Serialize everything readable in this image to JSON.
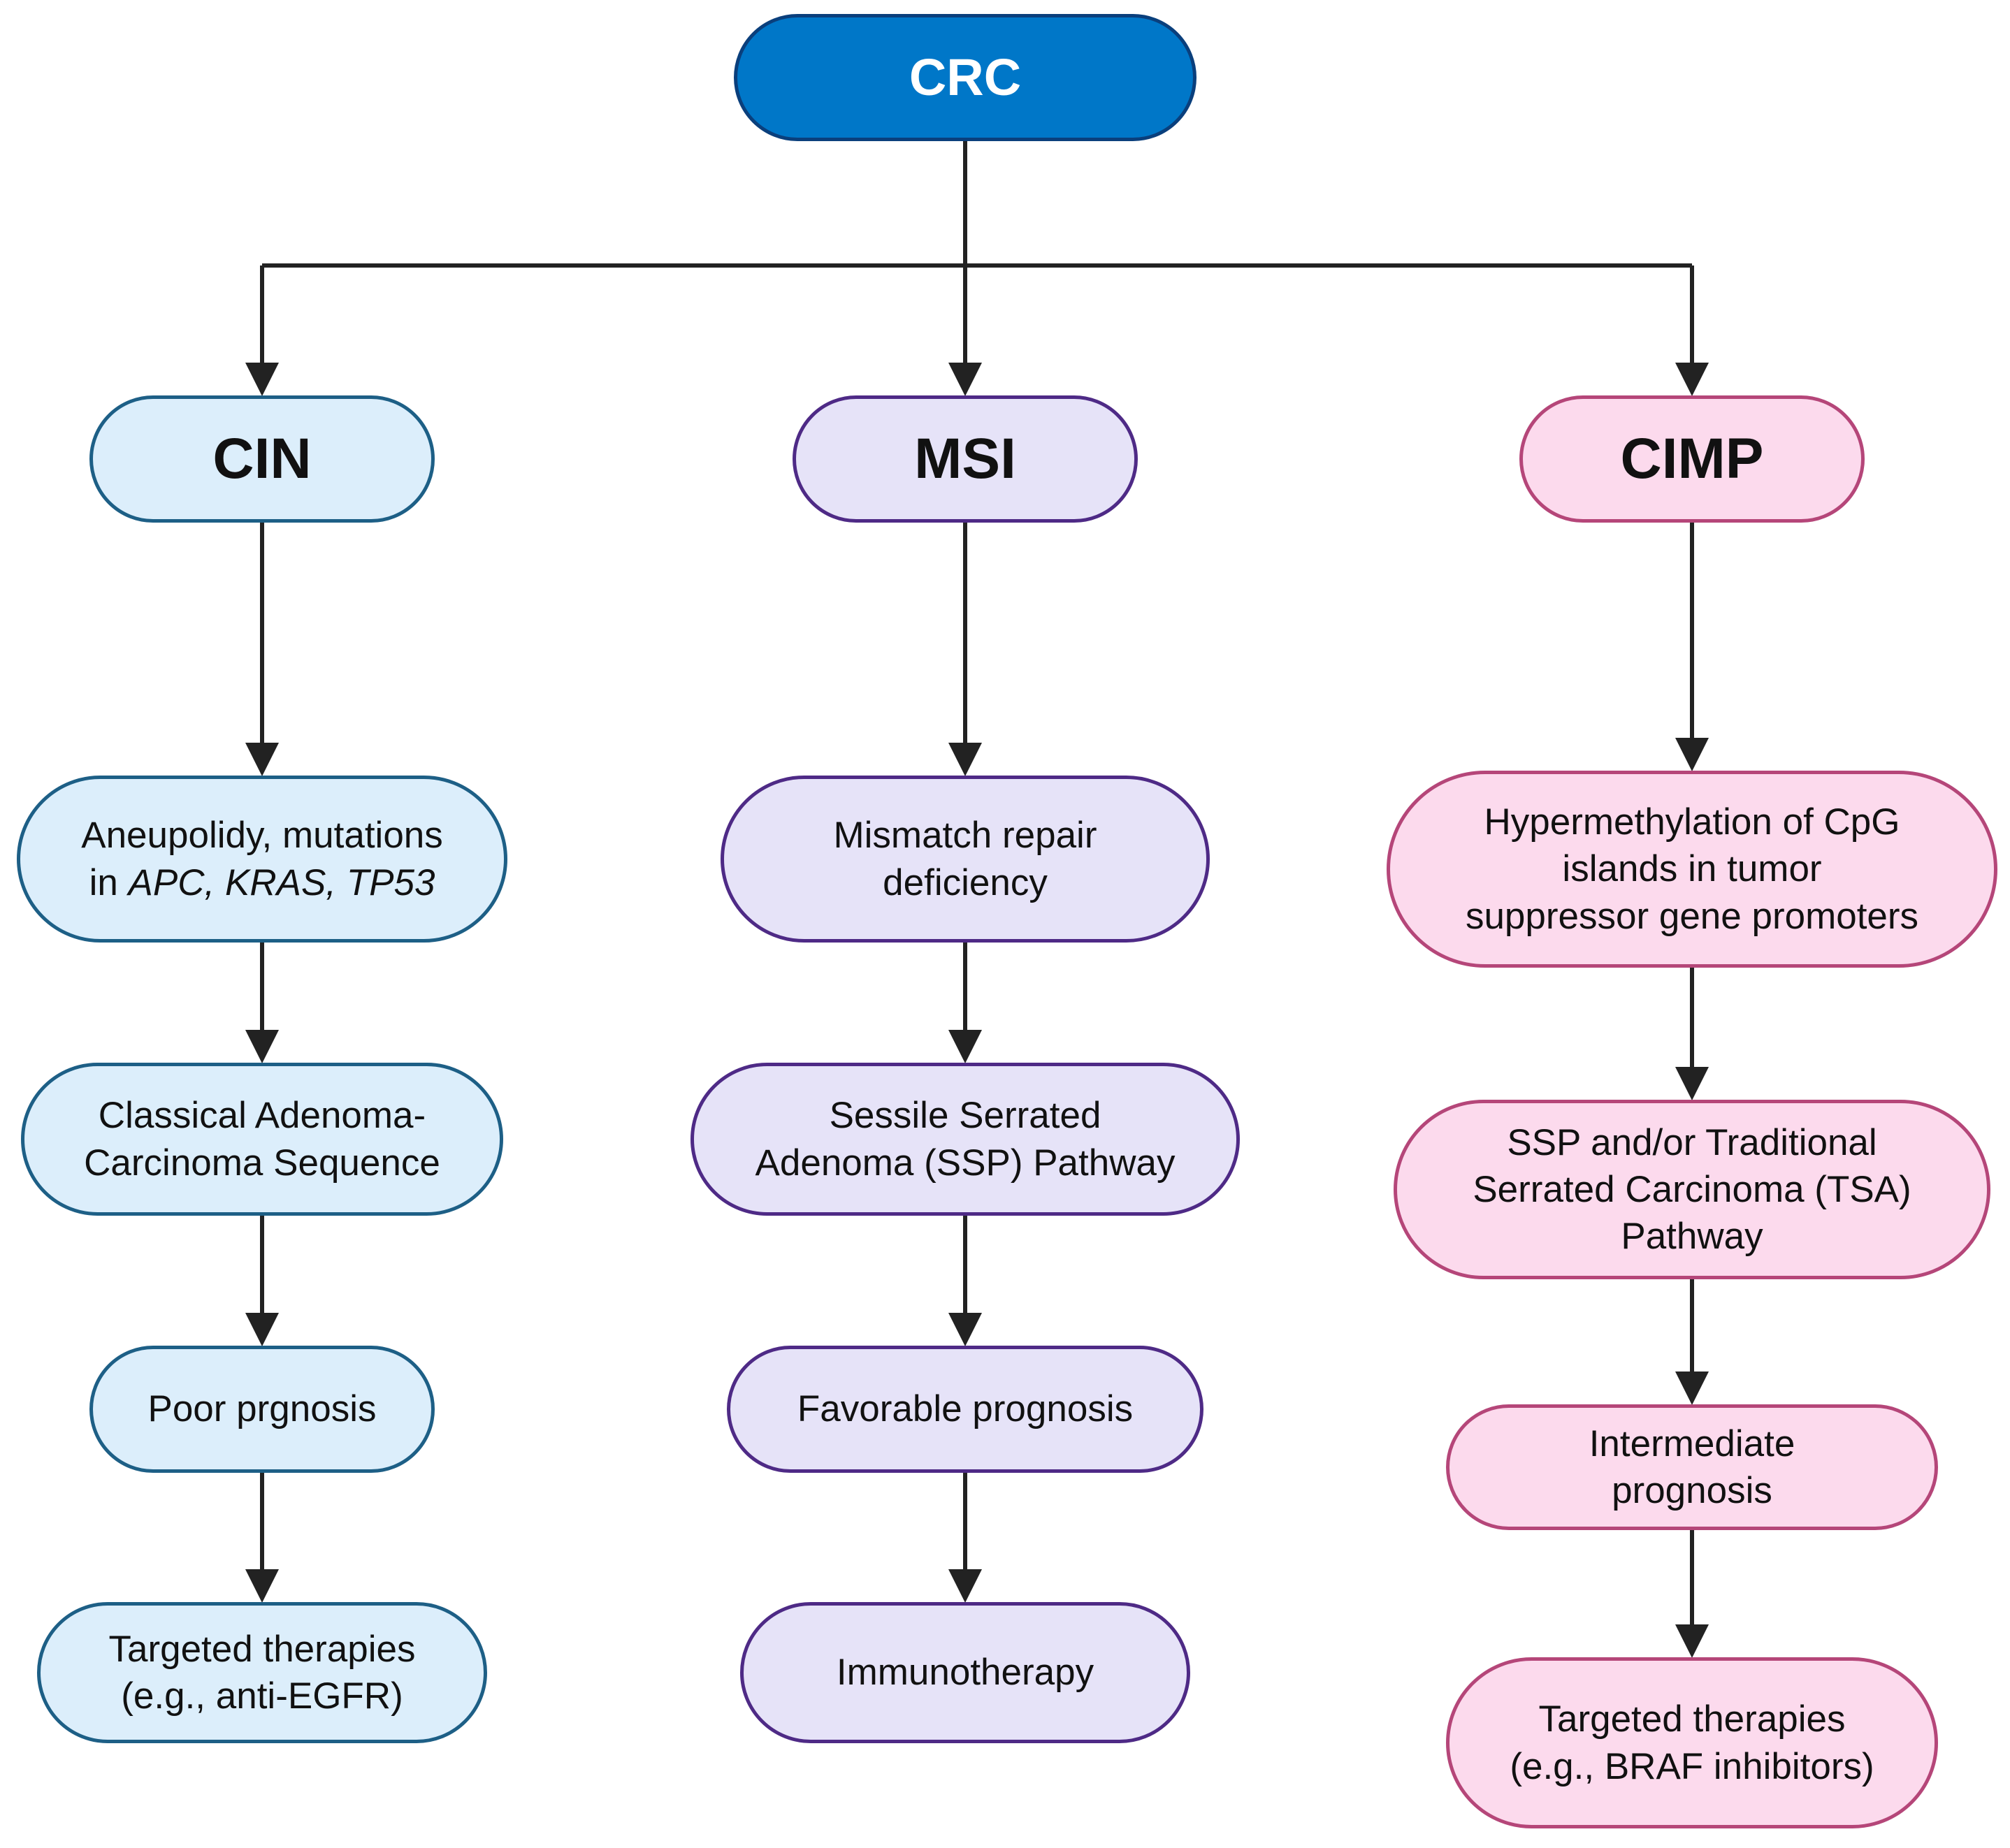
{
  "colors": {
    "root_fill": "#0077c8",
    "root_border": "#0a3f7c",
    "cin_fill": "#dceefb",
    "cin_border": "#1d5f86",
    "msi_fill": "#e6e3f8",
    "msi_border": "#4e2a86",
    "cimp_fill": "#fcdaed",
    "cimp_border": "#b54679",
    "arrow": "#222222"
  },
  "root": {
    "label": "CRC"
  },
  "branches": {
    "cin": {
      "label": "CIN",
      "steps": [
        {
          "line1_pre": "Aneupolidy, mutations",
          "line2_pre": "in ",
          "line2_genes": "APC, KRAS, TP53"
        },
        {
          "lines": [
            "Classical Adenoma-",
            "Carcinoma Sequence"
          ]
        },
        {
          "lines": [
            "Poor prgnosis"
          ]
        },
        {
          "lines": [
            "Targeted therapies",
            "(e.g., anti-EGFR)"
          ]
        }
      ]
    },
    "msi": {
      "label": "MSI",
      "steps": [
        {
          "lines": [
            "Mismatch repair",
            "deficiency"
          ]
        },
        {
          "lines": [
            "Sessile Serrated",
            "Adenoma (SSP) Pathway"
          ]
        },
        {
          "lines": [
            "Favorable prognosis"
          ]
        },
        {
          "lines": [
            "Immunotherapy"
          ]
        }
      ]
    },
    "cimp": {
      "label": "CIMP",
      "steps": [
        {
          "lines": [
            "Hypermethylation of CpG",
            "islands in tumor",
            "suppressor gene promoters"
          ]
        },
        {
          "lines": [
            "SSP and/or Traditional",
            "Serrated Carcinoma (TSA)",
            "Pathway"
          ]
        },
        {
          "lines": [
            "Intermediate",
            "prognosis"
          ]
        },
        {
          "lines": [
            "Targeted therapies",
            "(e.g., BRAF inhibitors)"
          ]
        }
      ]
    }
  }
}
